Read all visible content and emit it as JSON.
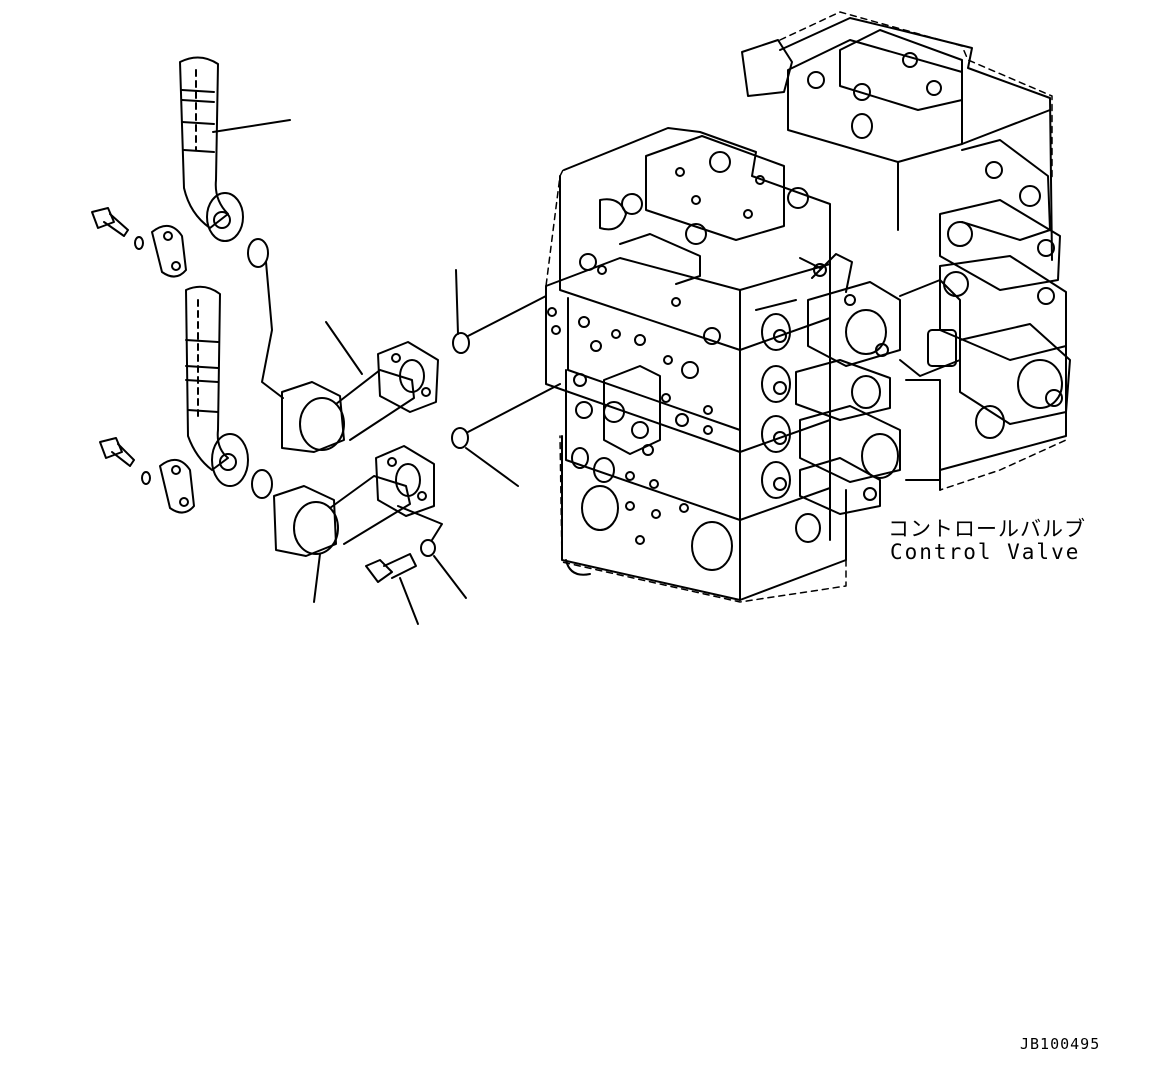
{
  "diagram": {
    "callout_label_jp": "コントロールバルブ",
    "callout_label_en": "Control Valve",
    "drawing_code": "JB100495"
  }
}
